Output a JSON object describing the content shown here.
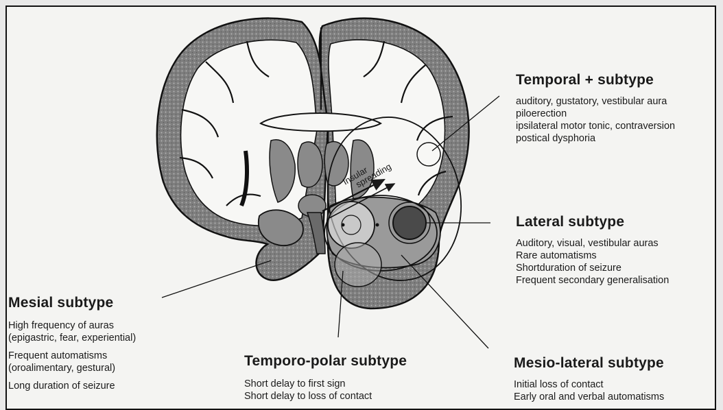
{
  "colors": {
    "ink": "#1a1a1a",
    "page": "#f4f4f2",
    "brain_fill": "#f7f7f5",
    "gray_matter": "#8a8a8a",
    "lateral_focus": "#4a4a4a"
  },
  "brain_labels": {
    "arrow_text_1": "Insular",
    "arrow_text_2": "spreading"
  },
  "temporal_plus": {
    "title": "Temporal + subtype",
    "lines": [
      "auditory, gustatory, vestibular aura",
      "piloerection",
      "ipsilateral motor tonic, contraversion",
      "postical dysphoria"
    ]
  },
  "lateral": {
    "title": "Lateral subtype",
    "lines": [
      "Auditory, visual, vestibular auras",
      "Rare automatisms",
      "Shortduration of seizure",
      "Frequent secondary generalisation"
    ]
  },
  "mesial": {
    "title": "Mesial subtype",
    "lines": [
      "High frequency of auras",
      "(epigastric, fear, experiential)",
      "Frequent automatisms",
      "(oroalimentary, gestural)",
      "Long duration of seizure"
    ]
  },
  "temporo_polar": {
    "title": "Temporo-polar subtype",
    "lines": [
      "Short delay to first sign",
      "Short delay to loss of contact"
    ]
  },
  "mesio_lateral": {
    "title": "Mesio-lateral subtype",
    "lines": [
      "Initial loss of contact",
      "Early oral and verbal automatisms"
    ]
  }
}
